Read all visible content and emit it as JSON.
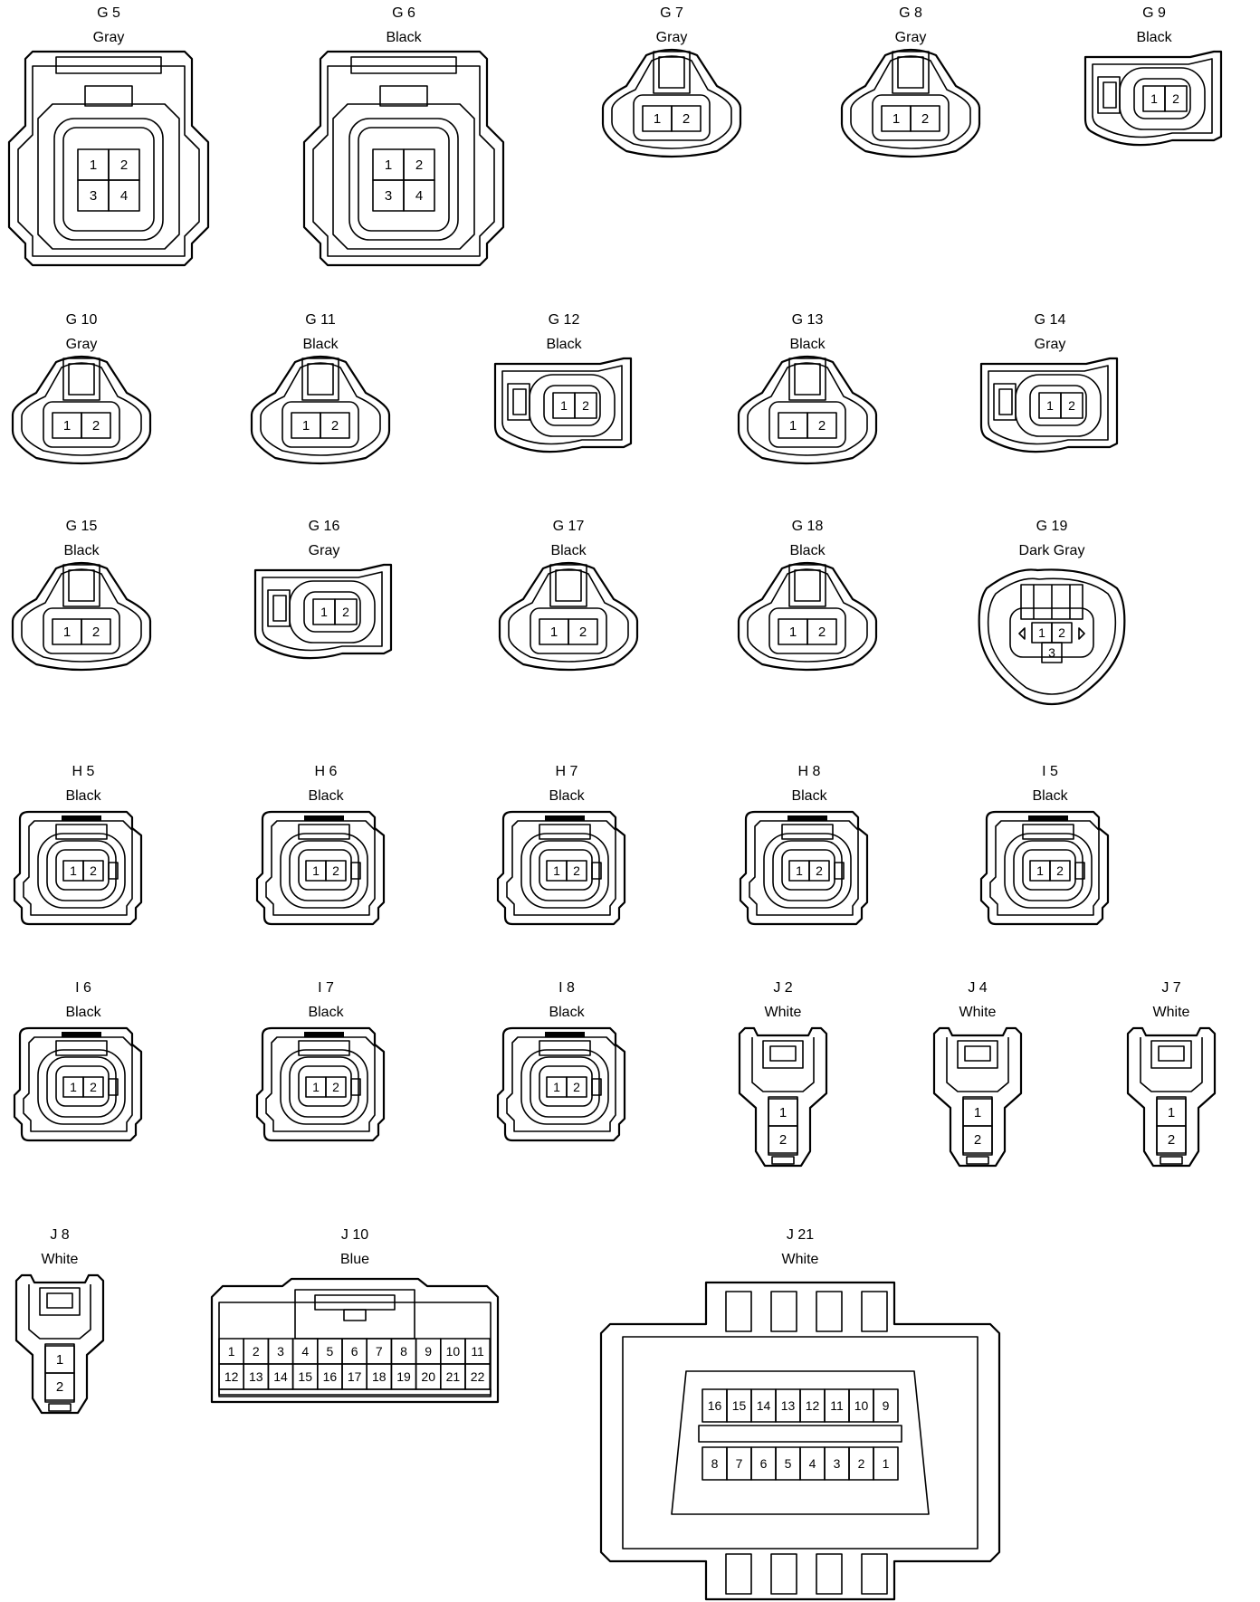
{
  "connectors": [
    {
      "id": "G 5",
      "color": "Gray",
      "pins": [
        "1",
        "2",
        "3",
        "4"
      ]
    },
    {
      "id": "G 6",
      "color": "Black",
      "pins": [
        "1",
        "2",
        "3",
        "4"
      ]
    },
    {
      "id": "G 7",
      "color": "Gray",
      "pins": [
        "1",
        "2"
      ]
    },
    {
      "id": "G 8",
      "color": "Gray",
      "pins": [
        "1",
        "2"
      ]
    },
    {
      "id": "G 9",
      "color": "Black",
      "pins": [
        "1",
        "2"
      ]
    },
    {
      "id": "G 10",
      "color": "Gray",
      "pins": [
        "1",
        "2"
      ]
    },
    {
      "id": "G 11",
      "color": "Black",
      "pins": [
        "1",
        "2"
      ]
    },
    {
      "id": "G 12",
      "color": "Black",
      "pins": [
        "1",
        "2"
      ]
    },
    {
      "id": "G 13",
      "color": "Black",
      "pins": [
        "1",
        "2"
      ]
    },
    {
      "id": "G 14",
      "color": "Gray",
      "pins": [
        "1",
        "2"
      ]
    },
    {
      "id": "G 15",
      "color": "Black",
      "pins": [
        "1",
        "2"
      ]
    },
    {
      "id": "G 16",
      "color": "Gray",
      "pins": [
        "1",
        "2"
      ]
    },
    {
      "id": "G 17",
      "color": "Black",
      "pins": [
        "1",
        "2"
      ]
    },
    {
      "id": "G 18",
      "color": "Black",
      "pins": [
        "1",
        "2"
      ]
    },
    {
      "id": "G 19",
      "color": "Dark Gray",
      "pins": [
        "1",
        "2",
        "3"
      ]
    },
    {
      "id": "H 5",
      "color": "Black",
      "pins": [
        "1",
        "2"
      ]
    },
    {
      "id": "H 6",
      "color": "Black",
      "pins": [
        "1",
        "2"
      ]
    },
    {
      "id": "H 7",
      "color": "Black",
      "pins": [
        "1",
        "2"
      ]
    },
    {
      "id": "H 8",
      "color": "Black",
      "pins": [
        "1",
        "2"
      ]
    },
    {
      "id": "I 5",
      "color": "Black",
      "pins": [
        "1",
        "2"
      ]
    },
    {
      "id": "I 6",
      "color": "Black",
      "pins": [
        "1",
        "2"
      ]
    },
    {
      "id": "I 7",
      "color": "Black",
      "pins": [
        "1",
        "2"
      ]
    },
    {
      "id": "I 8",
      "color": "Black",
      "pins": [
        "1",
        "2"
      ]
    },
    {
      "id": "J 2",
      "color": "White",
      "pins": [
        "1",
        "2"
      ]
    },
    {
      "id": "J 4",
      "color": "White",
      "pins": [
        "1",
        "2"
      ]
    },
    {
      "id": "J 7",
      "color": "White",
      "pins": [
        "1",
        "2"
      ]
    },
    {
      "id": "J 8",
      "color": "White",
      "pins": [
        "1",
        "2"
      ]
    },
    {
      "id": "J 10",
      "color": "Blue",
      "pins": [
        "1",
        "2",
        "3",
        "4",
        "5",
        "6",
        "7",
        "8",
        "9",
        "10",
        "11",
        "12",
        "13",
        "14",
        "15",
        "16",
        "17",
        "18",
        "19",
        "20",
        "21",
        "22"
      ]
    },
    {
      "id": "J 21",
      "color": "White",
      "pins": [
        "1",
        "2",
        "3",
        "4",
        "5",
        "6",
        "7",
        "8",
        "9",
        "10",
        "11",
        "12",
        "13",
        "14",
        "15",
        "16"
      ]
    }
  ]
}
